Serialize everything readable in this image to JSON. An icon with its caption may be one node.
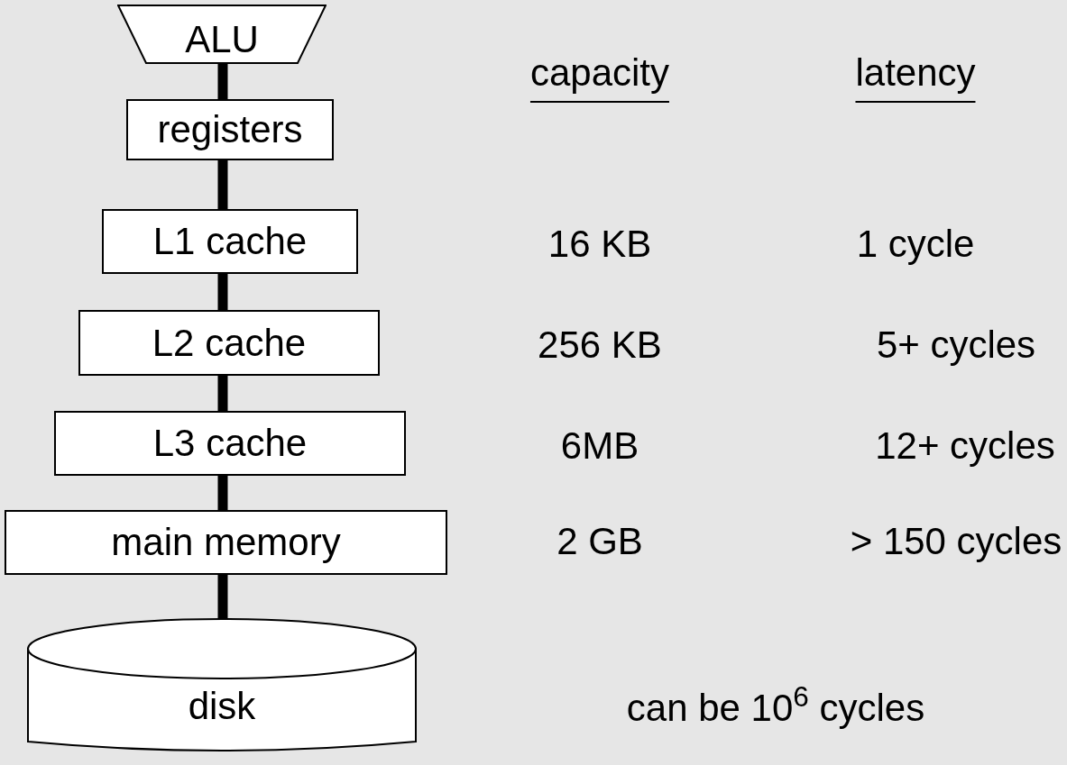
{
  "diagram": {
    "nodes": [
      {
        "text": [
          "ALU"
        ]
      },
      {
        "text": [
          "registers"
        ]
      },
      {
        "text": [
          "L1 cache"
        ]
      },
      {
        "text": [
          "L2 cache"
        ]
      },
      {
        "text": [
          "L3 cache"
        ]
      },
      {
        "text": [
          "main memory"
        ]
      },
      {
        "text": [
          "disk"
        ]
      }
    ],
    "edges": [
      {
        "from": 0,
        "to": 1,
        "arrow": "none"
      },
      {
        "from": 1,
        "to": 2,
        "arrow": "none"
      },
      {
        "from": 2,
        "to": 3,
        "arrow": "none"
      },
      {
        "from": 3,
        "to": 4,
        "arrow": "none"
      },
      {
        "from": 4,
        "to": 5,
        "arrow": "none"
      },
      {
        "from": 5,
        "to": 6,
        "arrow": "none"
      }
    ],
    "labels": [
      "capacity",
      "latency",
      "16 KB",
      "1 cycle",
      "256 KB",
      "5+ cycles",
      "6MB",
      "12+ cycles",
      "2 GB",
      "> 150 cycles",
      "can be 10$^{6}$ cycles"
    ]
  }
}
